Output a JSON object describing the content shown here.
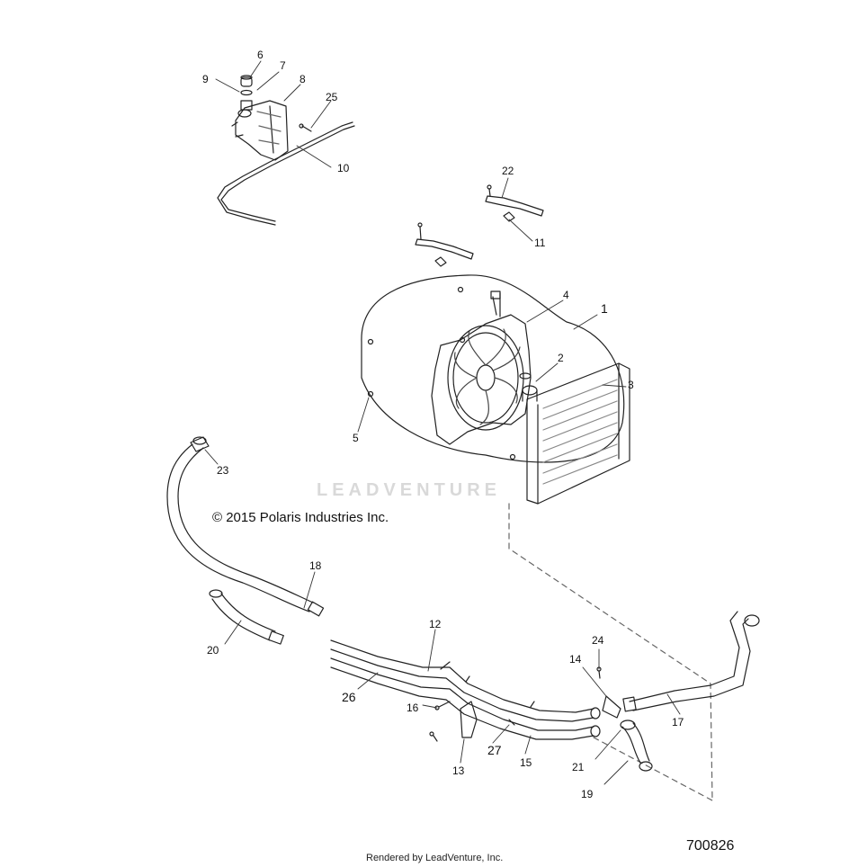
{
  "labels": [
    {
      "id": "callout-6",
      "text": "6"
    },
    {
      "id": "callout-7",
      "text": "7"
    },
    {
      "id": "callout-8",
      "text": "8"
    },
    {
      "id": "callout-9",
      "text": "9"
    },
    {
      "id": "callout-25",
      "text": "25"
    },
    {
      "id": "callout-10",
      "text": "10"
    },
    {
      "id": "callout-22",
      "text": "22"
    },
    {
      "id": "callout-11",
      "text": "11"
    },
    {
      "id": "callout-4",
      "text": "4"
    },
    {
      "id": "callout-1",
      "text": "1"
    },
    {
      "id": "callout-2",
      "text": "2"
    },
    {
      "id": "callout-3",
      "text": "3"
    },
    {
      "id": "callout-5",
      "text": "5"
    },
    {
      "id": "callout-23",
      "text": "23"
    },
    {
      "id": "callout-18",
      "text": "18"
    },
    {
      "id": "callout-20",
      "text": "20"
    },
    {
      "id": "callout-12",
      "text": "12"
    },
    {
      "id": "callout-26",
      "text": "26"
    },
    {
      "id": "callout-24",
      "text": "24"
    },
    {
      "id": "callout-14",
      "text": "14"
    },
    {
      "id": "callout-16",
      "text": "16"
    },
    {
      "id": "callout-17",
      "text": "17"
    },
    {
      "id": "callout-27",
      "text": "27"
    },
    {
      "id": "callout-15",
      "text": "15"
    },
    {
      "id": "callout-13",
      "text": "13"
    },
    {
      "id": "callout-21",
      "text": "21"
    },
    {
      "id": "callout-19",
      "text": "19"
    }
  ],
  "copyright": "© 2015 Polaris Industries Inc.",
  "watermark": "LEADVENTURE",
  "footer": "Rendered by LeadVenture, Inc.",
  "diagram_number": "700826"
}
